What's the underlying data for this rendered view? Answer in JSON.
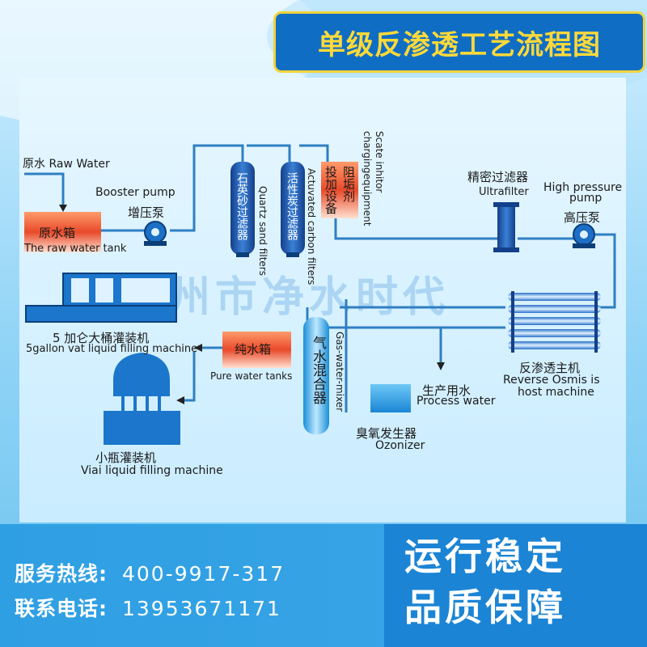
{
  "title": "单级反渗透工艺流程图",
  "watermark": "青州市净水时代",
  "labels": {
    "raw_water": "原水 Raw Water",
    "booster_pump_en": "Booster pump",
    "booster_pump_zh": "增压泵",
    "raw_tank_zh": "原水箱",
    "raw_tank_en": "The raw water tank",
    "quartz_zh": "石英砂过滤器",
    "quartz_en": "Quartz sand filters",
    "carbon_zh": "活性炭过滤器",
    "carbon_en": "Actuvated carbon filters",
    "dosing_zh": "投加设备",
    "scale_zh": "阻垢剂",
    "scale_en1": "Scate inhitor",
    "scale_en2": "chargingequipment",
    "ultra_zh": "精密过滤器",
    "ultra_en": "Ultrafilter",
    "hp_pump_en1": "High pressure",
    "hp_pump_en2": "pump",
    "hp_pump_zh": "高压泵",
    "vat_zh": "5 加仑大桶灌装机",
    "vat_en": "5gallon vat liquid filling machine",
    "pure_tank_zh": "纯水箱",
    "pure_tank_en": "Pure water tanks",
    "mixer_zh": "气水混合器",
    "mixer_en": "Gas-water-mixer",
    "process_zh": "生产用水",
    "process_en": "Process water",
    "ro_zh": "反渗透主机",
    "ro_en1": "Reverse Osmis is",
    "ro_en2": "host machine",
    "ozone_zh": "臭氧发生器",
    "ozone_en": "Ozonizer",
    "bottle_zh": "小瓶灌装机",
    "bottle_en": "Viai liquid filling machine"
  },
  "contact": {
    "service_label": "服务热线:",
    "service_number": "400-9917-317",
    "phone_label": "联系电话:",
    "phone_number": "13953671171"
  },
  "slogans": [
    "运行稳定",
    "品质保障"
  ],
  "colors": {
    "title_bg": "#0f6ec4",
    "title_text": "#ffd93a",
    "title_border": "#f2d33d",
    "pipe": "#2f7fc2",
    "tank_red": "#e84a2a",
    "filter_blue": "#1f5fb8",
    "bottom_bar": "#2f9fe3"
  }
}
